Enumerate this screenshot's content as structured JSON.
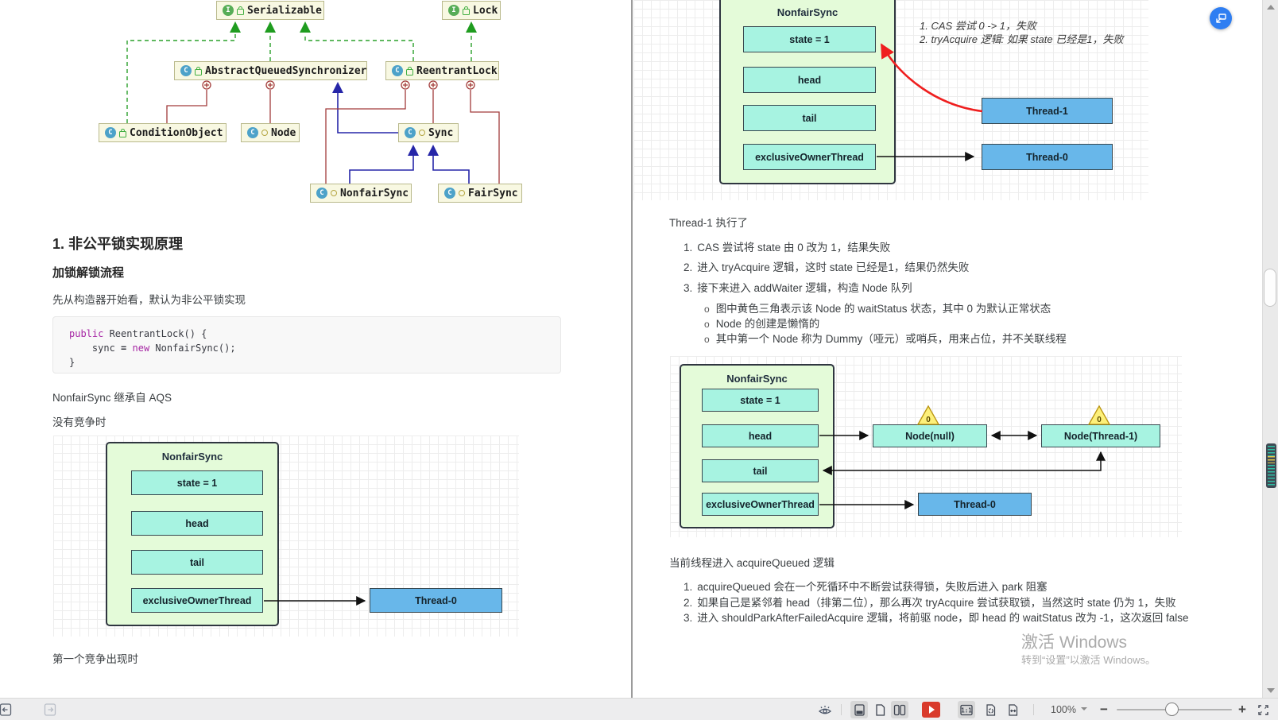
{
  "uml": {
    "boxes": {
      "serializable": {
        "label": "Serializable",
        "icon": "I"
      },
      "lock": {
        "label": "Lock",
        "icon": "I"
      },
      "aqs": {
        "label": "AbstractQueuedSynchronizer",
        "icon": "C"
      },
      "reentrantlock": {
        "label": "ReentrantLock",
        "icon": "C"
      },
      "conditionobject": {
        "label": "ConditionObject",
        "icon": "C"
      },
      "node": {
        "label": "Node",
        "icon": "C"
      },
      "sync": {
        "label": "Sync",
        "icon": "C"
      },
      "nonfairsync": {
        "label": "NonfairSync",
        "icon": "C"
      },
      "fairsync": {
        "label": "FairSync",
        "icon": "C"
      }
    }
  },
  "left_page": {
    "heading": "1. 非公平锁实现原理",
    "subheading": "加锁解锁流程",
    "para1": "先从构造器开始看，默认为非公平锁实现",
    "code": {
      "l1_kw": "public",
      "l1_rest": " ReentrantLock() {",
      "l2_pre": "    sync ",
      "l2_op": "=",
      "l2_kw": " new",
      "l2_rest": " NonfairSync();",
      "l3": "}"
    },
    "para2": "NonfairSync 继承自 AQS",
    "para3": "没有竞争时",
    "diagram": {
      "title": "NonfairSync",
      "fields": [
        "state = 1",
        "head",
        "tail",
        "exclusiveOwnerThread"
      ],
      "thread0": "Thread-0"
    },
    "para4": "第一个竞争出现时"
  },
  "right_page": {
    "diagram1": {
      "title": "NonfairSync",
      "fields": [
        "state = 1",
        "head",
        "tail",
        "exclusiveOwnerThread"
      ],
      "thread1": "Thread-1",
      "thread0": "Thread-0",
      "annotation1": "1. CAS 尝试 0 -> 1，失败",
      "annotation2": "2. tryAcquire 逻辑: 如果 state 已经是1，失败"
    },
    "para1": "Thread-1 执行了",
    "list1": [
      {
        "num": "1.",
        "text": "CAS 尝试将 state 由 0 改为 1，结果失败"
      },
      {
        "num": "2.",
        "text": "进入 tryAcquire 逻辑，这时 state 已经是1，结果仍然失败"
      },
      {
        "num": "3.",
        "text": "接下来进入 addWaiter 逻辑，构造 Node 队列"
      }
    ],
    "sublist": [
      {
        "marker": "o",
        "text": "图中黄色三角表示该 Node 的 waitStatus 状态，其中 0 为默认正常状态"
      },
      {
        "marker": "o",
        "text": "Node 的创建是懒惰的"
      },
      {
        "marker": "o",
        "text": "其中第一个 Node 称为 Dummy（哑元）或哨兵，用来占位，并不关联线程"
      }
    ],
    "diagram2": {
      "title": "NonfairSync",
      "fields": [
        "state = 1",
        "head",
        "tail",
        "exclusiveOwnerThread"
      ],
      "node1": "Node(null)",
      "node2": "Node(Thread-1)",
      "wait_status1": "0",
      "wait_status2": "0",
      "thread0": "Thread-0"
    },
    "para2": "当前线程进入 acquireQueued 逻辑",
    "list2": [
      {
        "num": "1.",
        "text": "acquireQueued 会在一个死循环中不断尝试获得锁，失败后进入 park 阻塞"
      },
      {
        "num": "2.",
        "text": "如果自己是紧邻着 head（排第二位），那么再次 tryAcquire 尝试获取锁，当然这时 state 仍为 1，失败"
      },
      {
        "num": "3.",
        "text": "进入 shouldParkAfterFailedAcquire 逻辑，将前驱 node，即 head 的 waitStatus 改为 -1，这次返回 false"
      }
    ]
  },
  "watermark": {
    "line1": "激活 Windows",
    "line2": "转到“设置”以激活 Windows。"
  },
  "toolbar": {
    "zoom_level": "100%",
    "actual_size_label": "1:1"
  },
  "colors": {
    "diagram_green": "#e4fbd9",
    "diagram_cyan": "#a7f3e1",
    "diagram_blue": "#68b7ea",
    "arrow_red": "#ef1f1f",
    "triangle_yellow": "#fdf07a",
    "play_red": "#d93a2b",
    "float_button_blue": "#2e7ef2"
  }
}
